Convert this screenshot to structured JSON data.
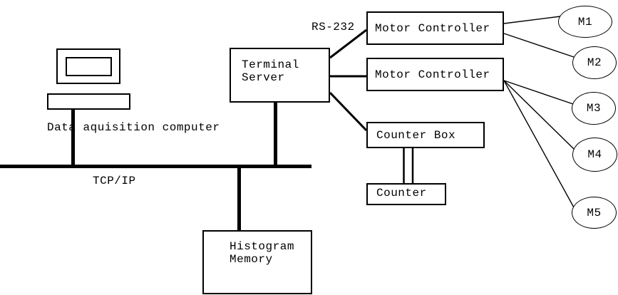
{
  "diagram": {
    "colors": {
      "foreground": "#000000",
      "background": "#ffffff"
    },
    "computer": {
      "label": "Data aquisition computer"
    },
    "bus": {
      "label": "TCP/IP"
    },
    "serial_link": {
      "label": "RS-232"
    },
    "terminal_server": {
      "line1": "Terminal",
      "line2": "Server"
    },
    "motor_controller_1": {
      "label": "Motor Controller"
    },
    "motor_controller_2": {
      "label": "Motor Controller"
    },
    "counter_box": {
      "label": "Counter Box"
    },
    "counter": {
      "label": "Counter"
    },
    "histogram_memory": {
      "line1": "Histogram",
      "line2": "Memory"
    },
    "motors": [
      {
        "label": "M1"
      },
      {
        "label": "M2"
      },
      {
        "label": "M3"
      },
      {
        "label": "M4"
      },
      {
        "label": "M5"
      }
    ]
  }
}
